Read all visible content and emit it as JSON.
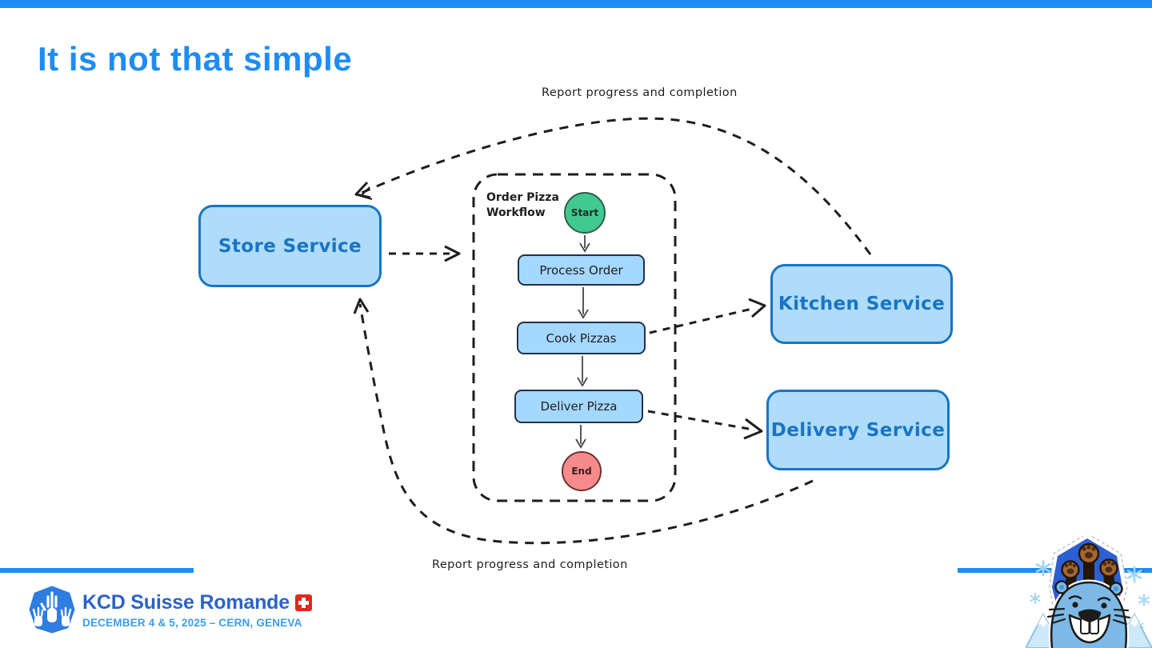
{
  "slide": {
    "title": "It is not that simple"
  },
  "colors": {
    "accent_blue": "#1e8cf5",
    "service_fill": "#aedcf9",
    "service_border": "#1974c4",
    "step_fill": "#a5d8ff",
    "ink": "#1e1e1e",
    "start_fill": "#41c98f",
    "end_fill": "#f58b8b",
    "brand_blue": "#2b63c6",
    "brand_light_blue": "#3d9ce9",
    "swiss_red": "#e0281e"
  },
  "diagram": {
    "services": {
      "store": "Store Service",
      "kitchen": "Kitchen Service",
      "delivery": "Delivery Service"
    },
    "workflow": {
      "title": "Order Pizza Workflow",
      "start": "Start",
      "steps": [
        "Process Order",
        "Cook Pizzas",
        "Deliver Pizza"
      ],
      "end": "End"
    },
    "labels": {
      "top": "Report progress and completion",
      "bottom": "Report progress and completion"
    },
    "icons": [
      "dashed-arrow-icon",
      "solid-arrow-icon"
    ]
  },
  "footer": {
    "brand": "KCD Suisse Romande",
    "date_line": "DECEMBER 4 & 5, 2025 – CERN, GENEVA",
    "icons": [
      "kcd-hands-logo",
      "swiss-flag-icon",
      "beaver-mascot-sticker",
      "snowflake-icon"
    ]
  }
}
